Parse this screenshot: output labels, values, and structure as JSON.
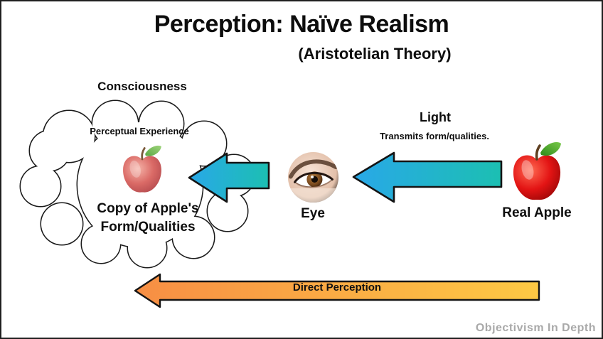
{
  "title": "Perception: Naïve Realism",
  "subtitle": "(Aristotelian Theory)",
  "consciousness_label": "Consciousness",
  "cloud": {
    "inner_title": "Perceptual Experience",
    "caption_line1": "Copy of Apple's",
    "caption_line2": "Form/Qualities"
  },
  "eye": {
    "label": "Eye"
  },
  "light": {
    "title": "Light",
    "subtitle": "Transmits form/qualities."
  },
  "real_apple": {
    "label": "Real Apple"
  },
  "direct_perception": {
    "label": "Direct Perception"
  },
  "watermark": "Objectivism In Depth",
  "colors": {
    "arrow_blue_start": "#29a8e8",
    "arrow_blue_end": "#1cbfb2",
    "arrow_orange_start": "#f78e44",
    "arrow_orange_end": "#fdc944",
    "outline": "#141414",
    "watermark_gray": "#a9a9a9"
  }
}
